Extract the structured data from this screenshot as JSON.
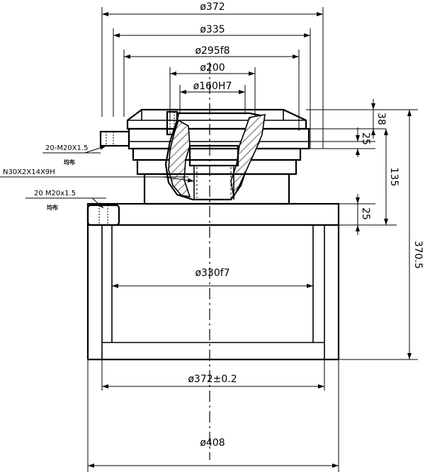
{
  "dimensions": {
    "d372_top": "ø372",
    "d335": "ø335",
    "d295": "ø295f8",
    "d200": "ø200",
    "d160": "ø160H7",
    "d330": "ø330f7",
    "d372_bottom": "ø372±0.2",
    "d408": "ø408",
    "h38": "38",
    "h25_upper": "25",
    "h135": "135",
    "h25_lower": "25",
    "h370": "370.5"
  },
  "callouts": {
    "thread_upper": "20-M20X1.5",
    "thread_upper_note": "均布",
    "spline": "N30X2X14X9H",
    "thread_lower": "20 M20x1.5",
    "thread_lower_note": "均布"
  }
}
